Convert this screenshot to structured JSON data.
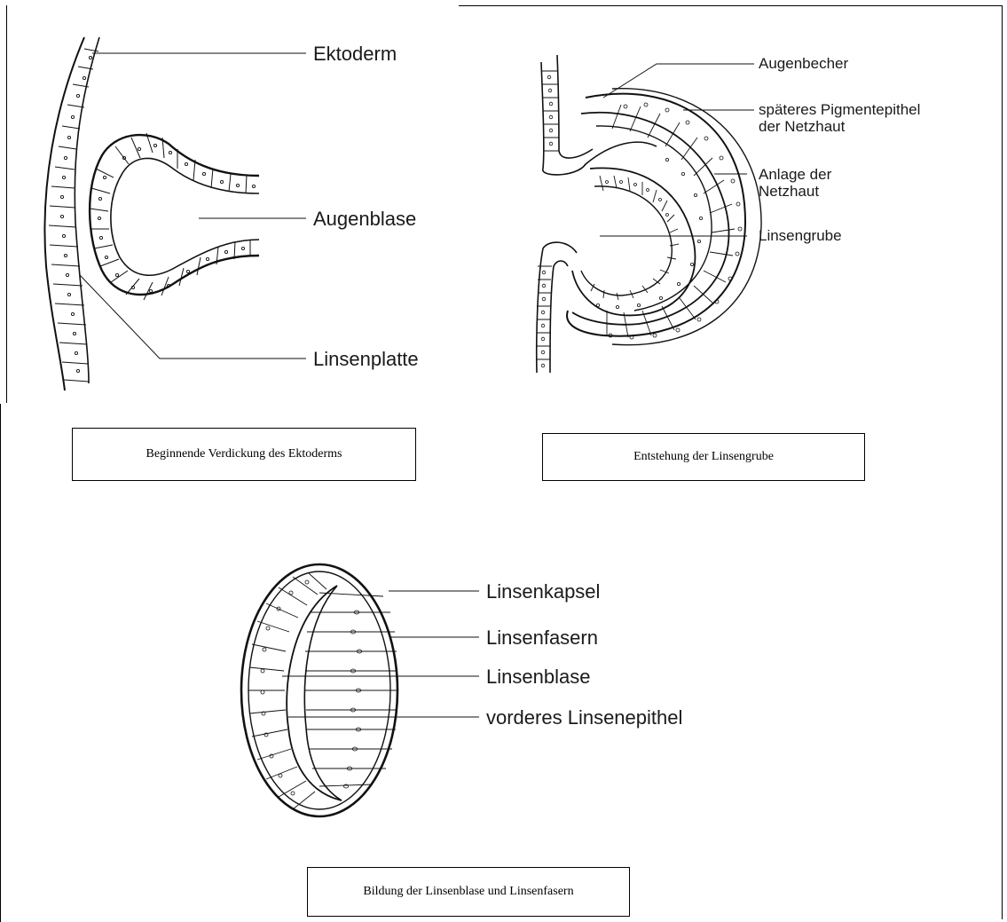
{
  "top_left": {
    "labels": {
      "ektoderm": "Ektoderm",
      "augenblase": "Augenblase",
      "linsenplatte": "Linsenplatte"
    },
    "caption": "Beginnende Verdickung des Ektoderms"
  },
  "top_right": {
    "labels": {
      "augenbecher": "Augenbecher",
      "pigment_line1": "späteres Pigmentepithel",
      "pigment_line2": "der Netzhaut",
      "anlage_line1": "Anlage der",
      "anlage_line2": "Netzhaut",
      "linsengrube": "Linsengrube"
    },
    "caption": "Entstehung der Linsengrube"
  },
  "bottom": {
    "labels": {
      "linsenkapsel": "Linsenkapsel",
      "linsenfasern": "Linsenfasern",
      "linsenblase": "Linsenblase",
      "vorderes_linsenepithel": "vorderes Linsenepithel"
    },
    "caption": "Bildung der Linsenblase und Linsenfasern"
  }
}
